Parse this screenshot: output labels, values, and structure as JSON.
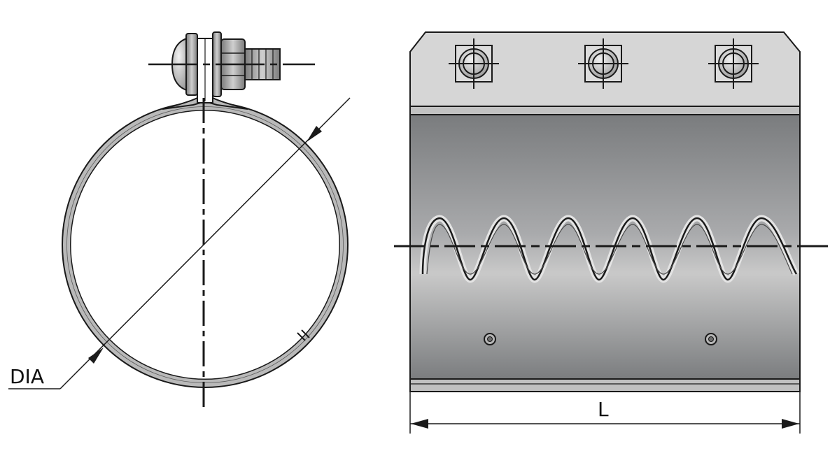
{
  "labels": {
    "diameter": "DIA",
    "length": "L"
  },
  "colors": {
    "background": "#ffffff",
    "outline": "#1a1a1a",
    "band": "#b9b9b9",
    "strap_top": "#d4d4d4",
    "strap_bottom": "#bdbdbd",
    "body_light": "#c8c8c8",
    "body_dark": "#7c7e80"
  },
  "counts": {
    "bolts": 3,
    "wave_crests": 6,
    "vent_holes": 2
  }
}
